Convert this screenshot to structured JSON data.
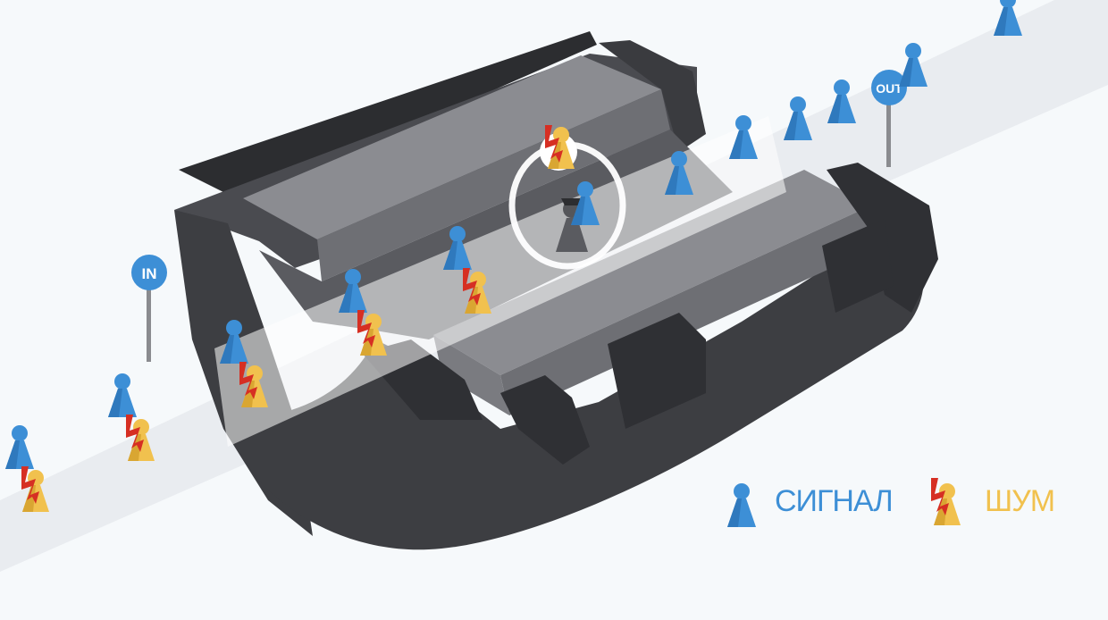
{
  "signs": {
    "in_label": "IN",
    "out_label": "OUT"
  },
  "legend": {
    "signal_label": "СИГНАЛ",
    "noise_label": "ШУМ"
  },
  "colors": {
    "signal": "#3d8fd6",
    "noise": "#f1c14e",
    "noise_bolt": "#d62f23",
    "device_dark": "#3d3e42",
    "device_mid": "#6e6f74",
    "device_light": "#8b8c91",
    "sign_blue": "#3d8fd6",
    "legend_signal_text": "#3d8fd6",
    "legend_noise_text": "#f1c14e"
  }
}
